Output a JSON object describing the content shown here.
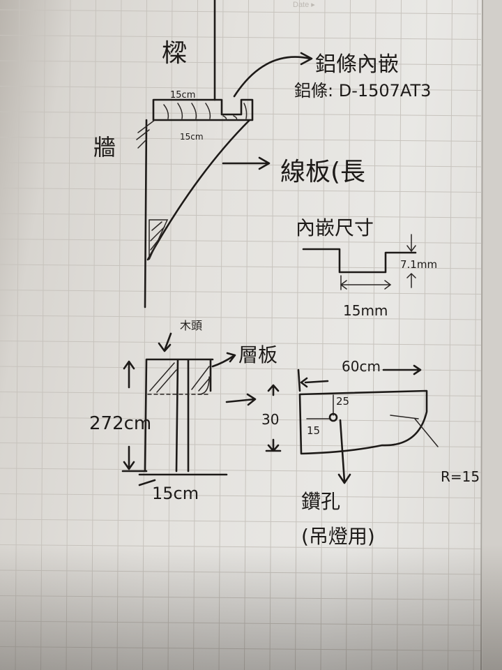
{
  "header": {
    "date_label": "Date ▸"
  },
  "section_view": {
    "beam_label": "樑",
    "wall_label": "牆",
    "beam_depth_label": "15cm",
    "shelf_depth_label": "15cm",
    "aluminum_note_title": "鋁條內嵌",
    "aluminum_note_model": "鋁條: D-1507AT3",
    "molding_note": "線板(長",
    "inset_size_title": "內嵌尺寸",
    "inset_depth_label": "7.1mm",
    "inset_width_label": "15mm"
  },
  "front_view": {
    "wood_label": "木頭",
    "shelf_label": "層板",
    "height_label": "272cm",
    "width_label": "15cm"
  },
  "plan_view": {
    "length_label": "60cm",
    "depth_label": "30",
    "hole_offset_top": "25",
    "hole_offset_left": "15",
    "radius_label": "R=15",
    "hole_label": "鑽孔",
    "hole_purpose": "(吊燈用)"
  },
  "colors": {
    "ink": "#1d1a18",
    "paper": "#e6e4e0",
    "grid": "#c7c3bd"
  }
}
